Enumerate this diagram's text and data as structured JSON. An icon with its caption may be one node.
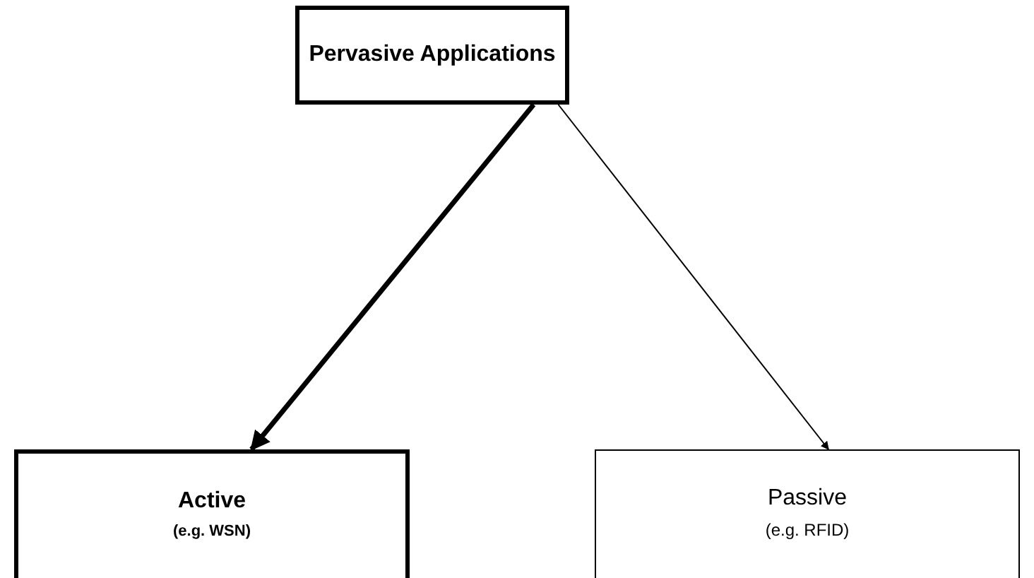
{
  "diagram": {
    "nodes": [
      {
        "text": [
          "Pervasive Applications"
        ]
      },
      {
        "text": [
          "Active",
          "(e.g. WSN)"
        ]
      },
      {
        "text": [
          "Passive",
          "(e.g. RFID)"
        ]
      }
    ],
    "edges": [
      {
        "from": 0,
        "to": 1,
        "arrow": "to",
        "style": "thick"
      },
      {
        "from": 0,
        "to": 2,
        "arrow": "to"
      }
    ]
  }
}
